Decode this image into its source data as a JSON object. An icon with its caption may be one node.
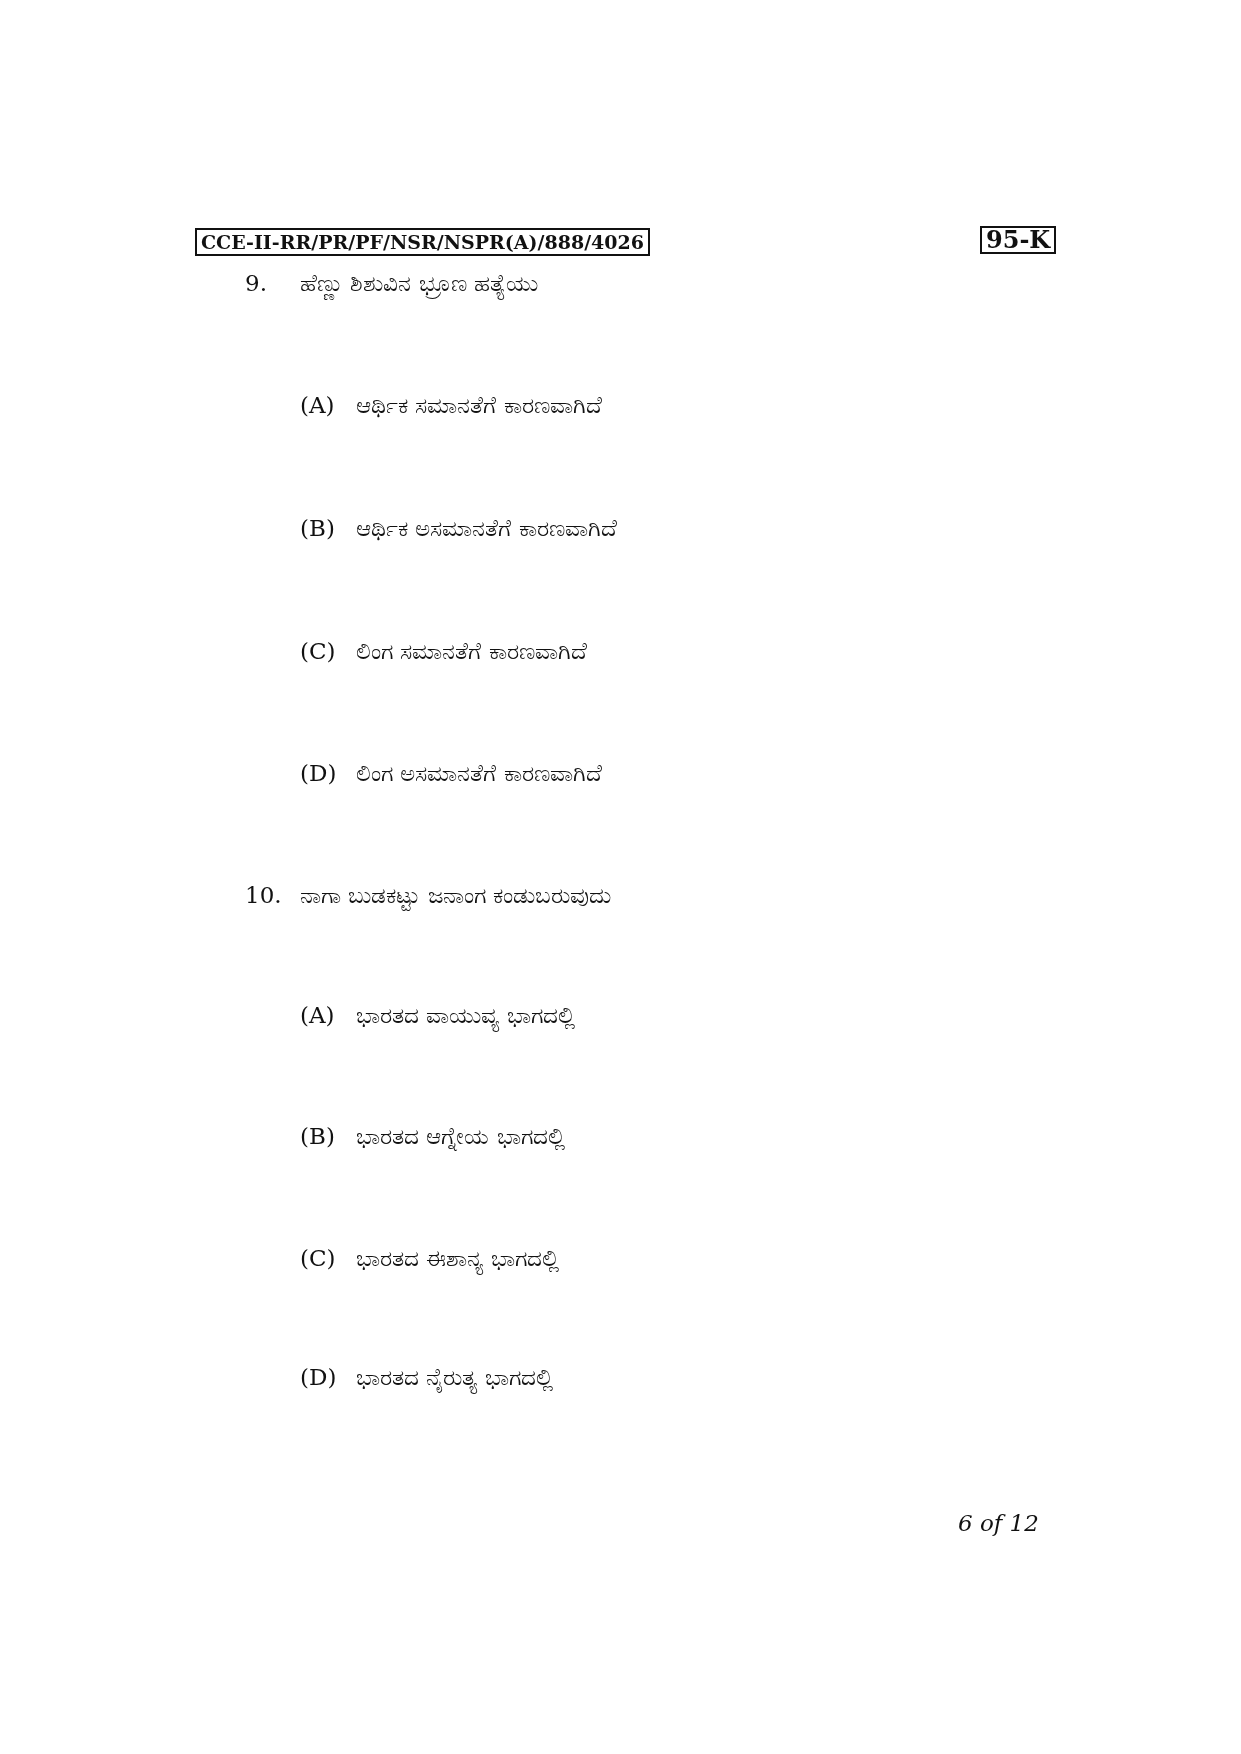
{
  "diagram": {
    "nodes": [
      {
        "text": [
          "CCE-II-RR/PR/PF/NSR/NSPR(A)/888/4026"
        ]
      },
      {
        "text": [
          "95-K"
        ]
      }
    ],
    "labels": [
      "9.",
      "ಹೆಣ್ಣು ಶಿಶುವಿನ ಭ್ರೂಣ ಹತ್ಯೆಯು",
      "(A)",
      "ಆರ್ಥಿಕ ಸಮಾನತೆಗೆ ಕಾರಣವಾಗಿದೆ",
      "(B)",
      "ಆರ್ಥಿಕ ಅಸಮಾನತೆಗೆ ಕಾರಣವಾಗಿದೆ",
      "(C)",
      "ಲಿಂಗ ಸಮಾನತೆಗೆ ಕಾರಣವಾಗಿದೆ",
      "(D)",
      "ಲಿಂಗ ಅಸಮಾನತೆಗೆ ಕಾರಣವಾಗಿದೆ",
      "10.",
      "ನಾಗಾ ಬುಡಕಟ್ಟು ಜನಾಂಗ ಕಂಡುಬರುವುದು",
      "(A)",
      "ಭಾರತದ ವಾಯುವ್ಯ ಭಾಗದಲ್ಲಿ",
      "(B)",
      "ಭಾರತದ ಆಗ್ನೇಯ ಭಾಗದಲ್ಲಿ",
      "(C)",
      "ಭಾರತದ ಈಶಾನ್ಯ ಭಾಗದಲ್ಲಿ",
      "(D)",
      "ಭಾರತದ ನೈರುತ್ಯ ಭಾಗದಲ್ಲಿ",
      "6 of 12"
    ]
  }
}
